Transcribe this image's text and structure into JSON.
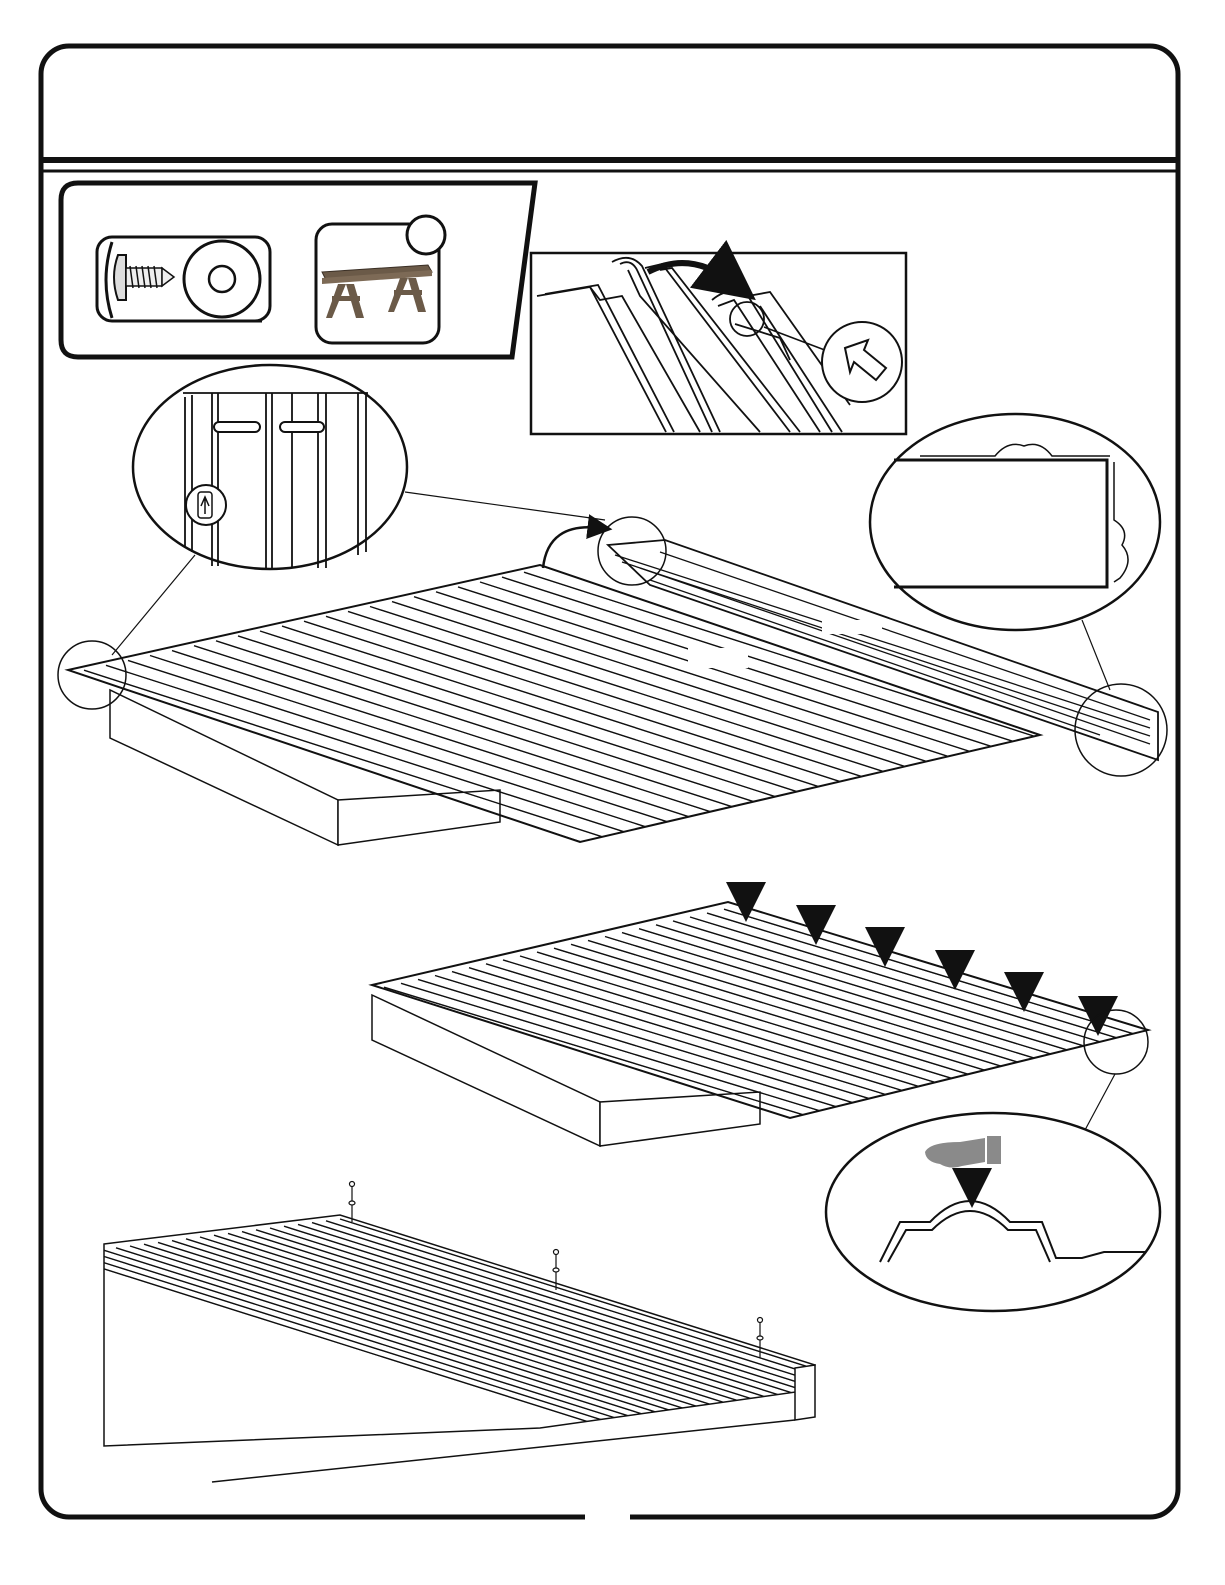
{
  "page": {
    "title": "",
    "page_number": ""
  },
  "illustrations": {
    "parts_panel": [
      "screw-with-washer-icon",
      "washer-icon",
      "sawhorse-table-icon"
    ],
    "steps": [
      "attach-first-roof-panel",
      "overlap-adjacent-panel",
      "press-ribs-together",
      "fasten-screws-along-ridge"
    ]
  },
  "colors": {
    "line": "#111111",
    "sawhorse_wood": "#6b5a48",
    "hand": "#8a8a8a"
  }
}
